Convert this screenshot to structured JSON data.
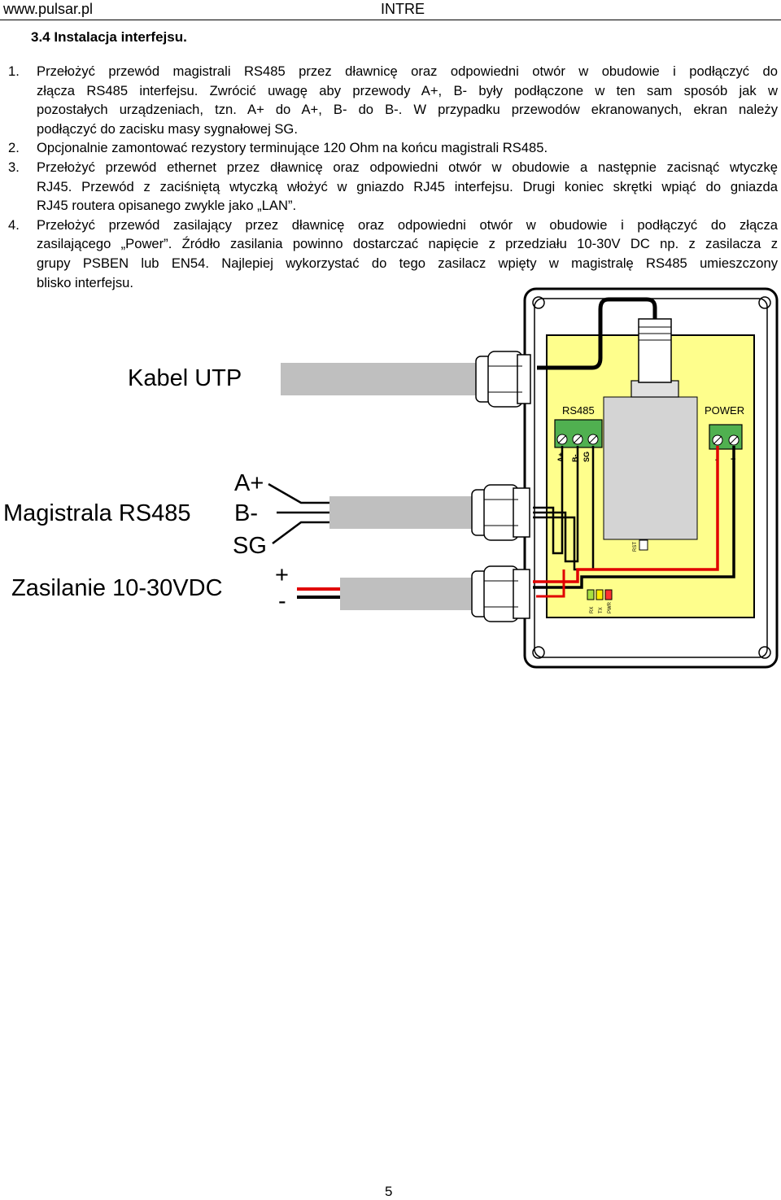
{
  "header": {
    "url": "www.pulsar.pl",
    "title": "INTRE"
  },
  "section_title": "3.4 Instalacja interfejsu.",
  "instructions": [
    {
      "num": "1.",
      "lines": [
        "Przełożyć przewód magistrali RS485 przez dławnicę oraz odpowiedni otwór w obudowie  i podłączyć do",
        "złącza RS485 interfejsu. Zwrócić uwagę aby przewody A+, B- były podłączone w ten sam sposób jak w",
        "pozostałych urządzeniach, tzn. A+ do A+, B- do B-. W przypadku przewodów ekranowanych, ekran należy",
        "podłączyć do zacisku masy sygnałowej SG."
      ]
    },
    {
      "num": "2.",
      "lines": [
        "Opcjonalnie zamontować rezystory terminujące 120 Ohm na końcu magistrali RS485."
      ]
    },
    {
      "num": "3.",
      "lines": [
        "Przełożyć przewód ethernet przez dławnicę oraz odpowiedni otwór w obudowie a następnie zacisnąć wtyczkę",
        "RJ45. Przewód z zaciśniętą wtyczką włożyć w gniazdo RJ45 interfejsu. Drugi koniec skrętki wpiąć do gniazda",
        "RJ45 routera opisanego zwykle jako „LAN”."
      ]
    },
    {
      "num": "4.",
      "lines": [
        "Przełożyć przewód zasilający przez dławnicę oraz odpowiedni otwór w obudowie i podłączyć do złącza",
        "zasilającego „Power”. Źródło zasilania powinno dostarczać napięcie z przedziału 10-30V DC np. z zasilacza z",
        "grupy PSBEN lub EN54. Najlepiej wykorzystać do tego zasilacz wpięty w magistralę RS485 umieszczony",
        "blisko interfejsu."
      ]
    }
  ],
  "diagram": {
    "label_utp": "Kabel UTP",
    "label_rs485": "Magistrala RS485",
    "label_power": "Zasilanie 10-30VDC",
    "wire_a": "A+",
    "wire_b": "B-",
    "wire_sg": "SG",
    "wire_plus": "+",
    "wire_minus": "-",
    "board_rs485": "RS485",
    "board_power": "POWER",
    "term_a": "A+",
    "term_b": "B-",
    "term_sg": "SG",
    "term_minus": "-",
    "term_plus": "+",
    "jumper": "RST",
    "led_rx": "RX",
    "led_tx": "TX",
    "led_pwr": "PWR",
    "colors": {
      "board": "#fefe8c",
      "red_wire": "#e00000",
      "gray": "#bfbfbf",
      "led_red": "#ff3030",
      "led_yellow": "#ffee00",
      "led_green": "#a8e040",
      "terminal": "#50b050"
    }
  },
  "page_number": "5"
}
